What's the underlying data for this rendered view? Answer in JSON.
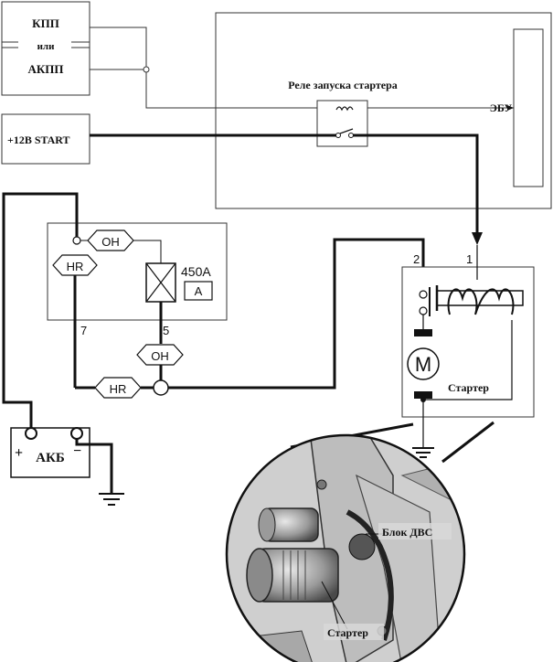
{
  "transmission": {
    "manual": "КПП",
    "or": "или",
    "automatic": "АКПП"
  },
  "start_signal": "+12В START",
  "relay_label": "Реле запуска стартера",
  "ecu_label": "ЭБУ",
  "fuse_box": {
    "tag_oh": "OH",
    "tag_hr": "HR",
    "fuse_rating": "450А",
    "fuse_type": "A",
    "pin_7": "7",
    "pin_5": "5"
  },
  "starter": {
    "pin_2": "2",
    "pin_1": "1",
    "motor": "M",
    "label": "Стартер"
  },
  "battery": {
    "label": "АКБ",
    "plus": "+",
    "minus": "−"
  },
  "junction": {
    "tag_oh": "OH",
    "tag_hr": "HR"
  },
  "photo": {
    "engine_block": "Блок ДВС",
    "starter": "Стартер"
  }
}
